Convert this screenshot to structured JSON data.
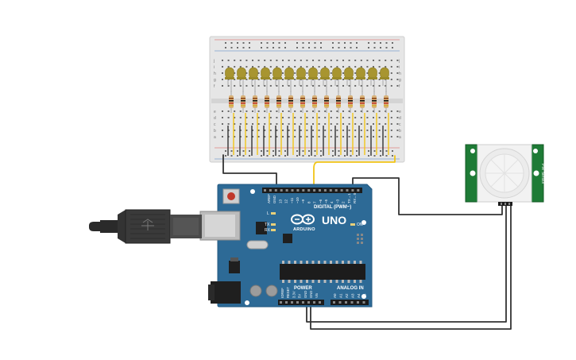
{
  "arduino": {
    "brand": "ARDUINO",
    "model": "UNO",
    "digital_header": "DIGITAL (PWM~)",
    "power_header": "POWER",
    "analog_header": "ANALOG IN",
    "led_l": "L",
    "led_tx": "TX",
    "led_rx": "RX",
    "led_on": "ON",
    "top_pins": [
      "AREF",
      "GND",
      "13",
      "12",
      "~11",
      "~10",
      "~9",
      "8",
      "7",
      "~6",
      "~5",
      "4",
      "~3",
      "2",
      "TX→1",
      "RX←0"
    ],
    "power_pins": [
      "IOREF",
      "RESET",
      "3.3V",
      "5V",
      "GND",
      "GND",
      "Vin"
    ],
    "analog_pins": [
      "A0",
      "A1",
      "A2",
      "A3",
      "A4",
      "A5"
    ]
  },
  "breadboard": {
    "row_letters_top": [
      "j",
      "i",
      "h",
      "g",
      "f"
    ],
    "row_letters_bottom": [
      "e",
      "d",
      "c",
      "b",
      "a"
    ],
    "columns": 30,
    "led_count": 14,
    "led_color": "#a89530",
    "wire_color": "#f2c518"
  },
  "pir_sensor": {
    "label": "PIR Sensor",
    "board_color": "#1e7b36"
  },
  "colors": {
    "arduino_blue": "#2d6a96",
    "usb_dark": "#2a2a2a",
    "wire_dark": "#333333",
    "rail_red": "#d9534f",
    "rail_blue": "#4a7fc1"
  },
  "icons": [
    "usb-cable-icon",
    "arduino-logo-icon",
    "reset-button-icon"
  ]
}
